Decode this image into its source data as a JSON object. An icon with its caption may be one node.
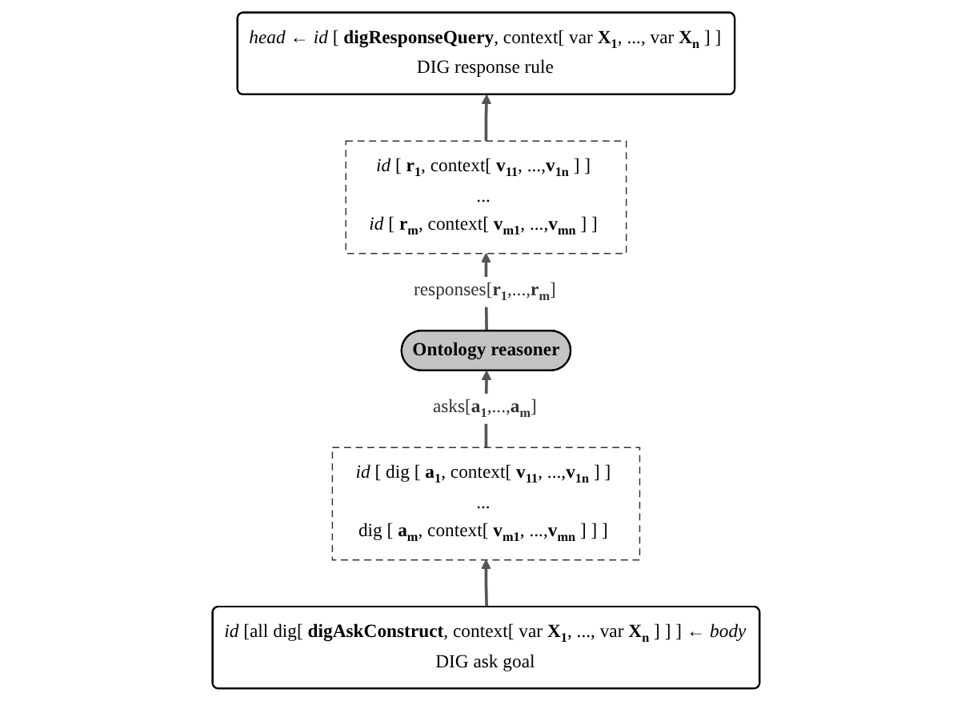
{
  "diagram": {
    "nodes": [
      {
        "text": [
          "*head* ← *id* [ **digResponseQuery**, context[ var **X**$_{1}$, ..., var **X**$_{n}$ ] ]",
          "DIG response rule"
        ]
      },
      {
        "text": [
          "*id* [ **r**$_{1}$, context[ **v**$_{11}$, ...,**v**$_{1n}$ ] ]",
          "...",
          "*id* [ **r**$_{m}$, context[ **v**$_{m1}$, ...,**v**$_{mn}$ ] ]"
        ]
      },
      {
        "text": [
          "*id* [ dig [ **a**$_{1}$, context[ **v**$_{11}$, ...,**v**$_{1n}$ ] ]",
          "...",
          "dig [ **a**$_{m}$, context[ **v**$_{m1}$, ...,**v**$_{mn}$ ] ] ]"
        ]
      },
      {
        "text": [
          "Ontology reasoner"
        ]
      },
      {
        "text": [
          "*id* [all dig[ **digAskConstruct**, context[ var **X**$_{1}$, ..., var **X**$_{n}$ ] ] ] ← *body*",
          "DIG ask goal"
        ]
      }
    ],
    "edges": [
      {
        "from": 1,
        "to": 0,
        "arrow": "to"
      },
      {
        "from": 3,
        "to": 1,
        "arrow": "to",
        "label": "responses[**r**$_{1}$,...,**r**$_{m}$]"
      },
      {
        "from": 2,
        "to": 3,
        "arrow": "to",
        "label": "asks[**a**$_{1}$,...,**a**$_{m}$]"
      },
      {
        "from": 4,
        "to": 2,
        "arrow": "to"
      }
    ]
  }
}
